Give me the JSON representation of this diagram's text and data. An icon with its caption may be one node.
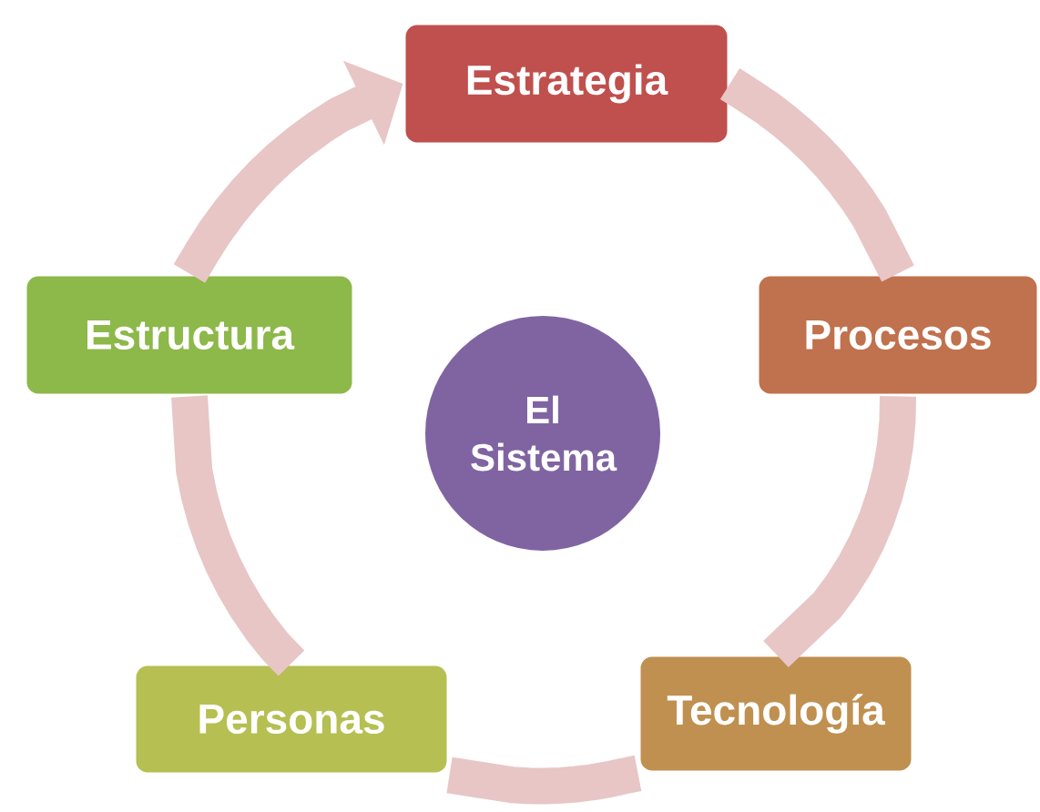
{
  "diagram": {
    "nodes": [
      {
        "text": [
          "Estrategia"
        ]
      },
      {
        "text": [
          "Procesos"
        ]
      },
      {
        "text": [
          "Tecnología"
        ]
      },
      {
        "text": [
          "Personas"
        ]
      },
      {
        "text": [
          "Estructura"
        ]
      },
      {
        "text": [
          "El Sistema"
        ]
      }
    ],
    "edges": [
      {
        "from": 0,
        "to": 1,
        "arrow": "none"
      },
      {
        "from": 1,
        "to": 2,
        "arrow": "none"
      },
      {
        "from": 2,
        "to": 3,
        "arrow": "none"
      },
      {
        "from": 3,
        "to": 4,
        "arrow": "none"
      },
      {
        "from": 4,
        "to": 0,
        "arrow": "to"
      }
    ]
  }
}
